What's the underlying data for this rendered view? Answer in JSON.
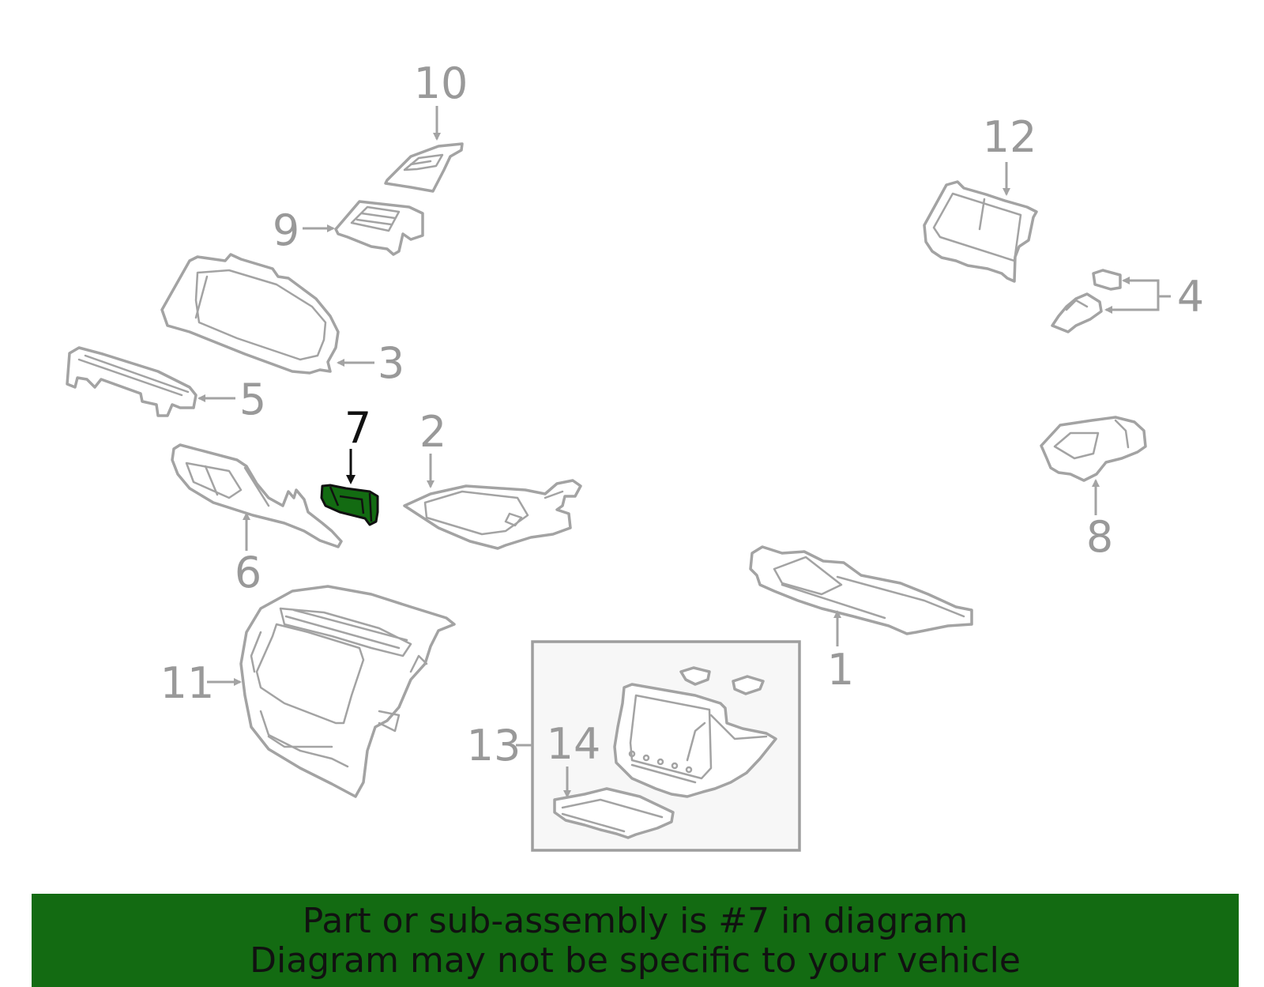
{
  "diagram": {
    "callouts": {
      "c1": "1",
      "c2": "2",
      "c3": "3",
      "c4": "4",
      "c5": "5",
      "c6": "6",
      "c7": "7",
      "c8": "8",
      "c9": "9",
      "c10": "10",
      "c11": "11",
      "c12": "12",
      "c13": "13",
      "c14": "14"
    },
    "highlighted_part": "7",
    "colors": {
      "highlight": "#136b12",
      "part_outline": "#a3a3a3",
      "callout_text": "#999999",
      "highlight_text": "#111111",
      "banner_background": "#136b12"
    }
  },
  "banner": {
    "line1": "Part or sub-assembly is #7 in diagram",
    "line2": "Diagram may not be specific to your vehicle"
  }
}
